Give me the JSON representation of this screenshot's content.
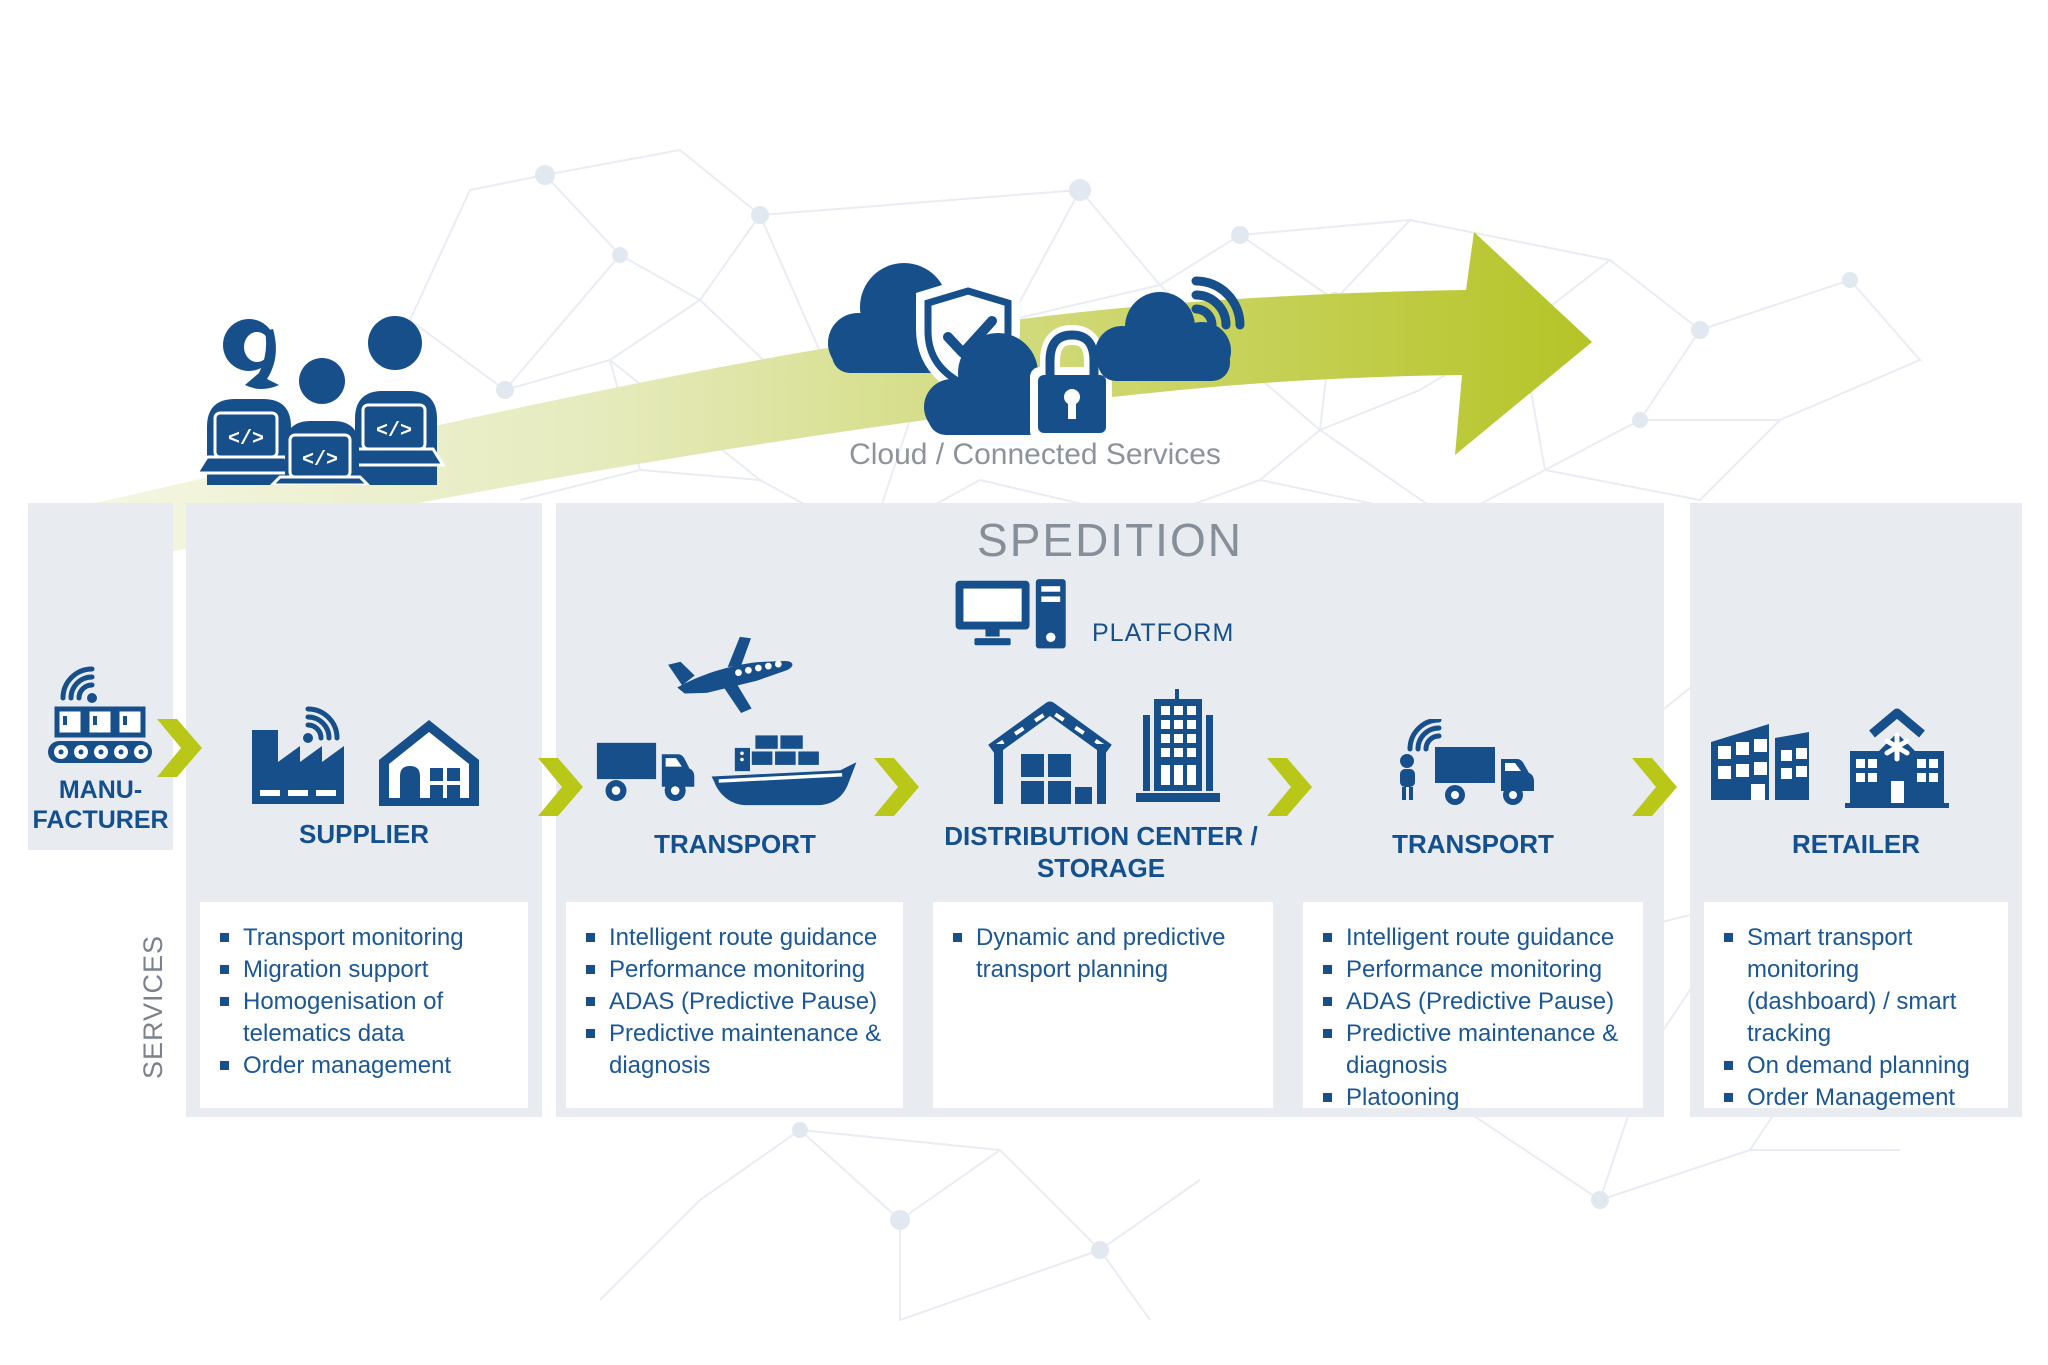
{
  "colors": {
    "brand_blue": "#174f8b",
    "accent_green": "#b9c818",
    "panel_gray": "#e8ebf0",
    "muted_text": "#868e99"
  },
  "cloud_banner": {
    "label": "Cloud / Connected Services",
    "icons": [
      "developers-icon",
      "cloud-shield-icon",
      "cloud-lock-icon",
      "cloud-wifi-icon"
    ]
  },
  "spedition": {
    "title": "SPEDITION",
    "platform_label": "PLATFORM",
    "icon": "desktop-computer-icon"
  },
  "services_axis_label": "SERVICES",
  "flow": {
    "arrow_icon": "growth-arrow-icon",
    "chevron_icon": "chevron-right-icon",
    "background_icon": "network-mesh-icon"
  },
  "columns": [
    {
      "id": "manufacturer",
      "title": "MANU-FACTURER",
      "icons": [
        "conveyor-wifi-icon"
      ],
      "services": []
    },
    {
      "id": "supplier",
      "title": "SUPPLIER",
      "icons": [
        "factory-wifi-icon",
        "warehouse-house-icon"
      ],
      "services": [
        "Transport monitoring",
        "Migration support",
        "Homogenisation of telematics data",
        "Order management"
      ]
    },
    {
      "id": "transport-1",
      "title": "TRANSPORT",
      "icons": [
        "airplane-icon",
        "truck-icon",
        "cargo-ship-icon"
      ],
      "services": [
        "Intelligent route guidance",
        "Performance monitoring",
        "ADAS (Predictive Pause)",
        "Predictive maintenance & diagnosis"
      ]
    },
    {
      "id": "distribution",
      "title": "DISTRIBUTION CENTER / STORAGE",
      "icons": [
        "warehouse-truss-icon",
        "office-building-icon"
      ],
      "services": [
        "Dynamic and predictive transport planning"
      ]
    },
    {
      "id": "transport-2",
      "title": "TRANSPORT",
      "icons": [
        "truck-wifi-person-icon"
      ],
      "services": [
        "Intelligent route guidance",
        "Performance monitoring",
        "ADAS (Predictive Pause)",
        "Predictive maintenance & diagnosis",
        "Platooning"
      ]
    },
    {
      "id": "retailer",
      "title": "RETAILER",
      "icons": [
        "modern-building-icon",
        "store-building-icon"
      ],
      "services": [
        "Smart transport monitoring (dashboard) / smart tracking",
        "On demand planning",
        "Order Management"
      ]
    }
  ]
}
